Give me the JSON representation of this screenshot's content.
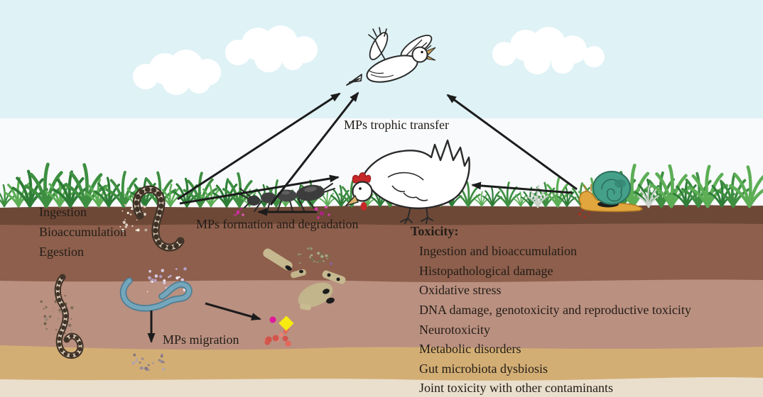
{
  "scene_labels": {
    "trophic_transfer": "MPs trophic transfer",
    "formation_degradation": "MPs formation and degradation",
    "migration": "MPs migration"
  },
  "earthworm_processes": {
    "items": [
      "Ingestion",
      "Bioaccumulation",
      "Egestion"
    ]
  },
  "toxicity": {
    "heading": "Toxicity:",
    "items": [
      "Ingestion and bioaccumulation",
      "Histopathological damage",
      "Oxidative stress",
      "DNA damage, genotoxicity and reproductive toxicity",
      "Neurotoxicity",
      "Metabolic disorders",
      "Gut microbiota dysbiosis",
      "Joint toxicity with other contaminants"
    ]
  },
  "organisms": [
    "flying-bird",
    "hen",
    "ant",
    "surface-earthworm",
    "deep-earthworm",
    "blue-nematode",
    "snail"
  ],
  "colors": {
    "sky": "#dff2f6",
    "horizon_band": "#f8fafb",
    "cloud": "#ffffff",
    "soil_top": "#6e4837",
    "soil_upper": "#8d5f4c",
    "soil_mid": "#ba9080",
    "soil_sand": "#d3ae74",
    "soil_base": "#eadfcd",
    "grass": "#3e8f41",
    "arrow": "#1c1c1c",
    "text": "#221c17",
    "mp_magenta": "#e0189c",
    "mp_yellow": "#f6ea10",
    "mp_coral": "#e2685e",
    "snail_shell": "#44a089",
    "snail_body": "#e2a63e",
    "nematode_blue": "#6fa3b8"
  }
}
